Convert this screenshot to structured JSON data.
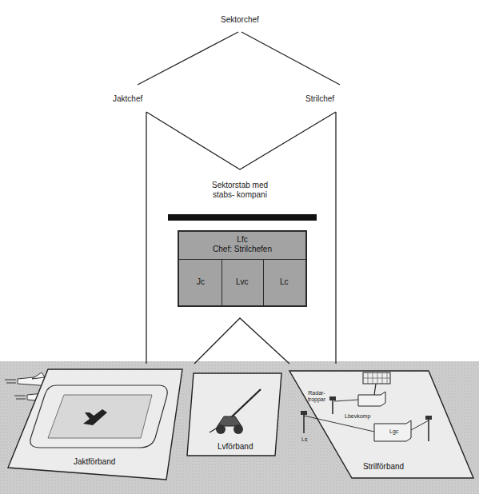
{
  "diagram": {
    "nodes": [
      {
        "text": [
          "Lfc",
          "Chef: Strilchefen"
        ]
      },
      {
        "text": [
          "Jc"
        ],
        "in": 0
      },
      {
        "text": [
          "Lvc"
        ],
        "in": 0
      },
      {
        "text": [
          "Lc"
        ],
        "in": 0
      },
      {
        "text": [
          "Jaktförband"
        ]
      },
      {
        "text": [
          "Lvförband"
        ]
      },
      {
        "text": [
          "Strilförband"
        ]
      }
    ],
    "labels": [
      "Sektorchef",
      "Jaktchef",
      "Strilchef",
      "Sektorstab med stabs- kompani",
      "Radar- troppar",
      "Lgc",
      "Lbevkomp",
      "Ls"
    ]
  }
}
